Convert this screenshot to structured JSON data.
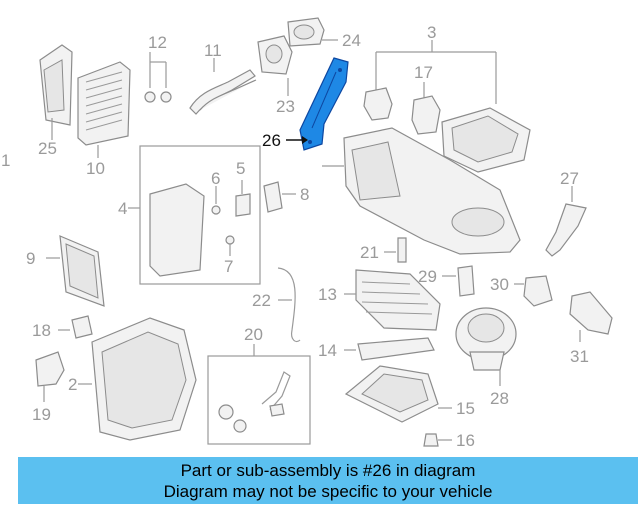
{
  "highlight_color": "#1e88e5",
  "banner_color": "#5bc0f0",
  "callouts": [
    "1",
    "2",
    "3",
    "4",
    "5",
    "6",
    "7",
    "8",
    "9",
    "10",
    "11",
    "12",
    "13",
    "14",
    "15",
    "16",
    "17",
    "18",
    "19",
    "20",
    "21",
    "22",
    "23",
    "24",
    "25",
    "26",
    "27",
    "28",
    "29",
    "30",
    "31"
  ],
  "highlighted": "26",
  "banner": {
    "line1": "Part or sub-assembly is #26 in diagram",
    "line2": "Diagram may not be specific to your vehicle"
  }
}
